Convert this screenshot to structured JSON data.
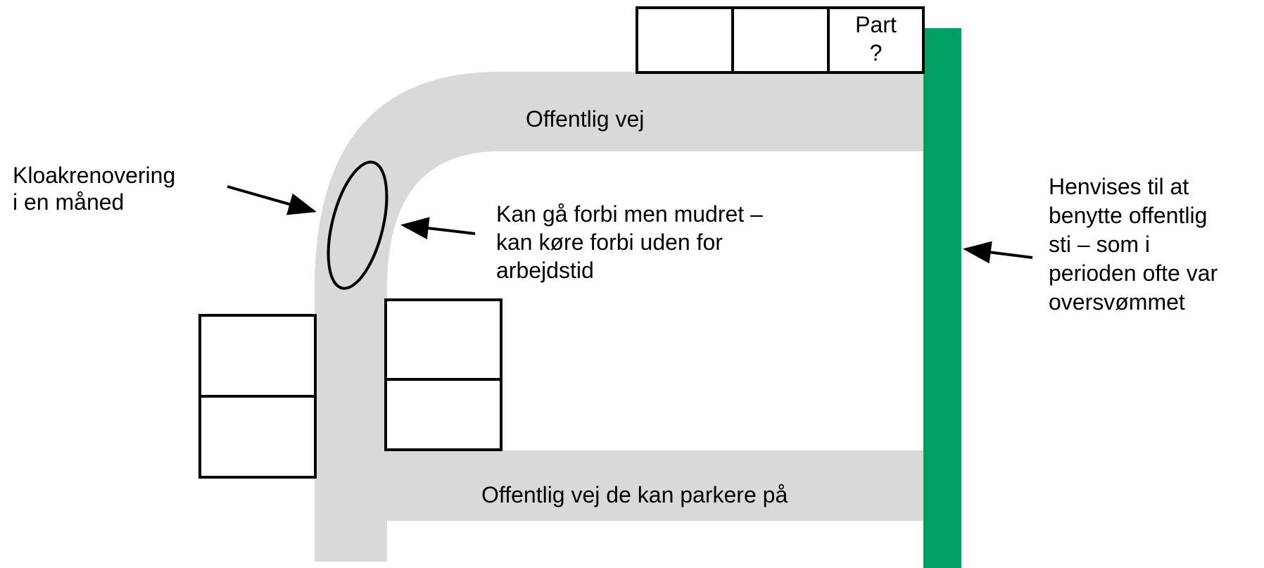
{
  "colors": {
    "road": "#d9d9d9",
    "path": "#00a065",
    "stroke": "#000000",
    "background": "#ffffff"
  },
  "labels": {
    "road_top": "Offentlig vej",
    "road_bottom": "Offentlig vej de kan parkere på",
    "part_box": [
      "Part",
      "?"
    ],
    "sewer_note": [
      "Kloakrenovering",
      "i en måned"
    ],
    "passage_note": [
      "Kan gå forbi men mudret –",
      "kan køre forbi uden for",
      "arbejdstid"
    ],
    "path_note": [
      "Henvises til at",
      "benytte offentlig",
      "sti – som i",
      "perioden ofte var",
      "oversvømmet"
    ]
  }
}
